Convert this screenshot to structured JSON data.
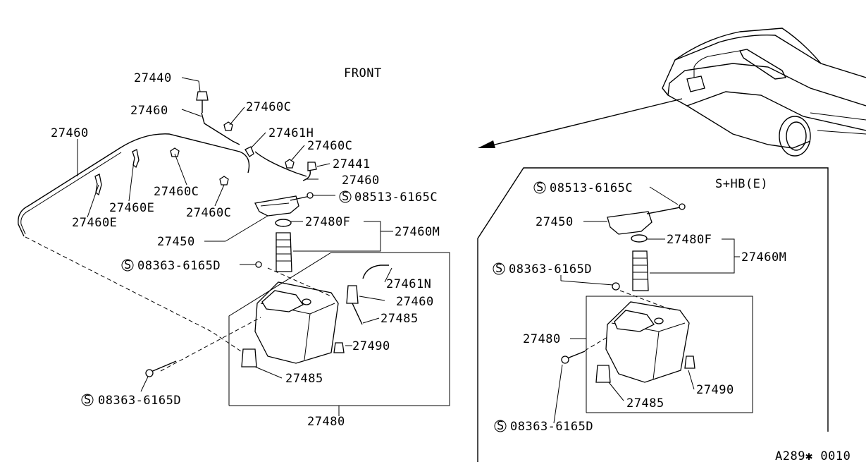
{
  "diagram": {
    "front_label": "FRONT",
    "variant_label": "S+HB(E)",
    "code": "A289✱ 0010",
    "s_symbol": "S",
    "left": {
      "p27440": "27440",
      "p27460_top": "27460",
      "p27460C_a": "27460C",
      "p27460_left": "27460",
      "p27461H": "27461H",
      "p27460C_b": "27460C",
      "p27441": "27441",
      "p27460_mid": "27460",
      "p27460C_c": "27460C",
      "p27460E_a": "27460E",
      "p27460E_b": "27460E",
      "p27460C_d": "27460C",
      "p08513": "08513-6165C",
      "p27450": "27450",
      "p27480F": "27480F",
      "p27460M": "27460M",
      "p08363_a": "08363-6165D",
      "p27461N": "27461N",
      "p27460_pump": "27460",
      "p27485_a": "27485",
      "p27490": "27490",
      "p27485_b": "27485",
      "p08363_b": "08363-6165D",
      "p27480": "27480"
    },
    "right": {
      "p08513": "08513-6165C",
      "p27450": "27450",
      "p27480F": "27480F",
      "p27460M": "27460M",
      "p08363_a": "08363-6165D",
      "p27480": "27480",
      "p27490": "27490",
      "p27485": "27485",
      "p08363_b": "08363-6165D"
    }
  }
}
